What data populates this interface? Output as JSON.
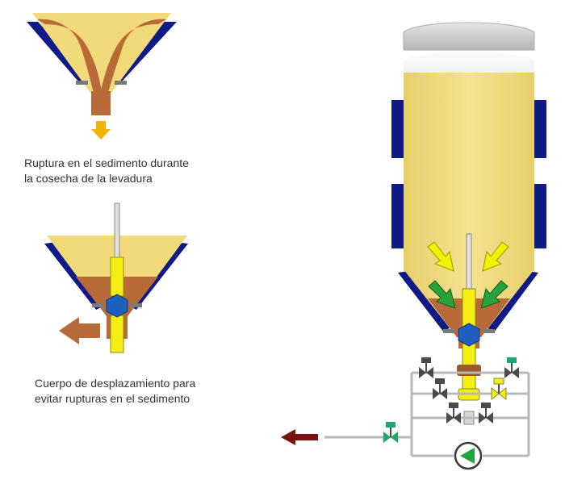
{
  "captions": {
    "top_line1": "Ruptura en el sedimento durante",
    "top_line2": "la cosecha de la levadura",
    "bottom_line1": "Cuerpo de desplazamiento para",
    "bottom_line2": "evitar rupturas en el sedimento"
  },
  "colors": {
    "beer": "#f2d97a",
    "sediment": "#b86a38",
    "jacket": "#101a86",
    "displacer_shaft": "#f4ee12",
    "displacer_body": "#1f5fbf",
    "flow_in_arrow": "#f2f000",
    "flow_down_arrow": "#27a33a",
    "outlet_arrow": "#7a1111",
    "harvest_arrow": "#f2b400",
    "pump": "#1ea83a",
    "valve_dark": "#4a4a4a",
    "valve_green": "#1ea86a",
    "valve_yellow": "#eeee22",
    "pipe": "#b8b8b8",
    "tank_top": "#c8c8c8"
  }
}
